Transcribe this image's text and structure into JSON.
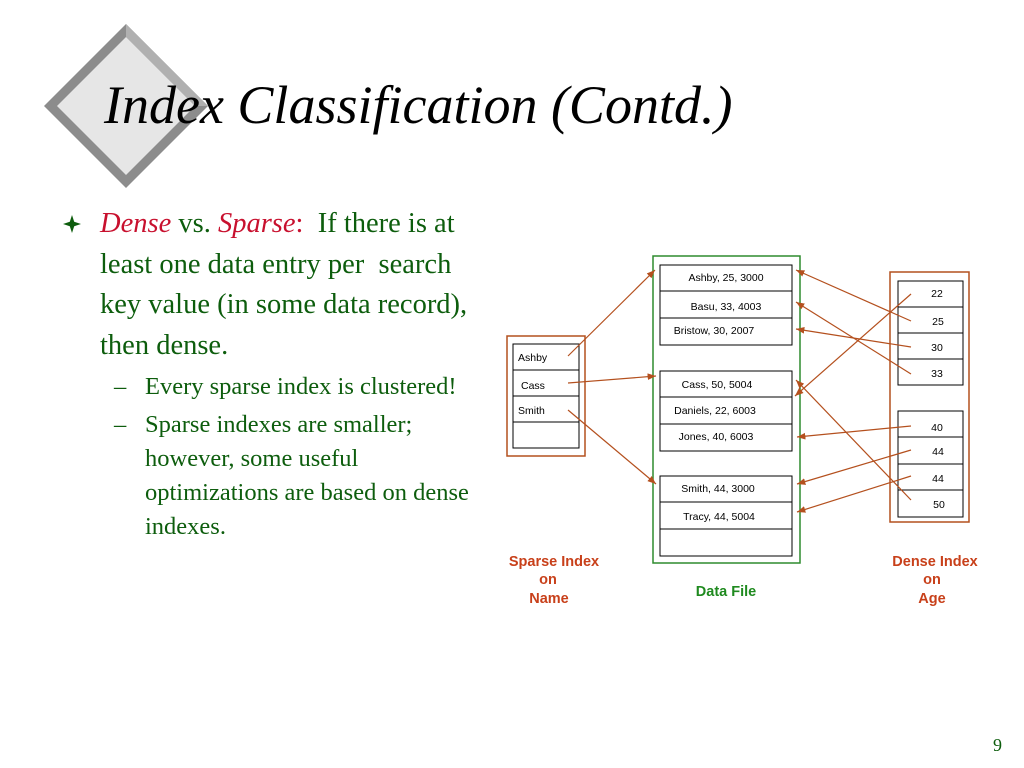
{
  "slide": {
    "title": "Index Classification (Contd.)",
    "page_number": "9"
  },
  "bullet": {
    "dense": "Dense",
    "vs": " vs. ",
    "sparse": "Sparse",
    "colon": ":",
    "text": "  If there is at least one data entry per  search key value (in some data record), then dense.",
    "sub": [
      "Every sparse index is clustered!",
      "Sparse indexes are smaller; however, some useful optimizations are based on dense indexes."
    ]
  },
  "diagram": {
    "sparse_entries": [
      "Ashby",
      "Cass",
      "Smith",
      ""
    ],
    "data_pages": [
      [
        "Ashby, 25, 3000",
        "Basu, 33, 4003",
        "Bristow, 30, 2007"
      ],
      [
        "Cass, 50, 5004",
        "Daniels, 22, 6003",
        "Jones, 40, 6003"
      ],
      [
        "Smith, 44, 3000",
        "Tracy, 44, 5004",
        ""
      ]
    ],
    "dense_pages": [
      [
        "22",
        "25",
        "30",
        "33"
      ],
      [
        "40",
        "44",
        "44",
        "50"
      ]
    ],
    "captions": {
      "sparse": [
        "Sparse Index",
        "on",
        "Name"
      ],
      "data_file": "Data File",
      "dense": [
        "Dense Index",
        "on",
        "Age"
      ]
    },
    "colors": {
      "text_green": "#0d5d0d",
      "emphasis_red": "#c8102e",
      "index_border": "#b4501e",
      "data_border": "#2e8b2e",
      "arrow": "#b4501e",
      "caption_index": "#c8401a",
      "caption_data": "#1f8a1f"
    }
  }
}
